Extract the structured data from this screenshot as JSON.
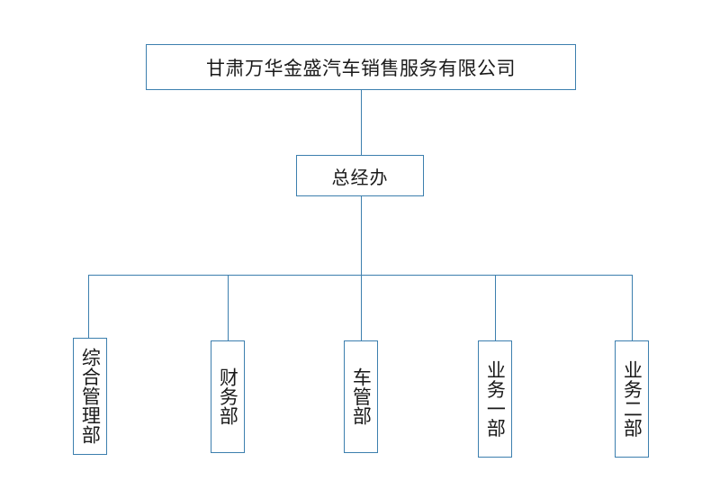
{
  "chart_data": {
    "type": "diagram",
    "diagram_kind": "organization-chart",
    "title": "甘肃万华金盛汽车销售服务有限公司",
    "orientation": "top-down",
    "node_border_color": "#3c7fae",
    "node_fill_color": "#ffffff",
    "background_color": "#ffffff",
    "connector_color": "#3c7fae",
    "levels": [
      {
        "level": 0,
        "labels": [
          "甘肃万华金盛汽车销售服务有限公司"
        ]
      },
      {
        "level": 1,
        "labels": [
          "总经办"
        ]
      },
      {
        "level": 2,
        "labels": [
          "综合管理部",
          "财务部",
          "车管部",
          "业务一部",
          "业务二部"
        ]
      }
    ],
    "edges": [
      {
        "from": "甘肃万华金盛汽车销售服务有限公司",
        "to": "总经办"
      },
      {
        "from": "总经办",
        "to": "综合管理部"
      },
      {
        "from": "总经办",
        "to": "财务部"
      },
      {
        "from": "总经办",
        "to": "车管部"
      },
      {
        "from": "总经办",
        "to": "业务一部"
      },
      {
        "from": "总经办",
        "to": "业务二部"
      }
    ]
  },
  "chart": {
    "root": {
      "label": "甘肃万华金盛汽车销售服务有限公司"
    },
    "executive": {
      "label": "总经办"
    },
    "departments": [
      {
        "label": "综合管理部"
      },
      {
        "label": "财务部"
      },
      {
        "label": "车管部"
      },
      {
        "label": "业务一部"
      },
      {
        "label": "业务二部"
      }
    ]
  }
}
